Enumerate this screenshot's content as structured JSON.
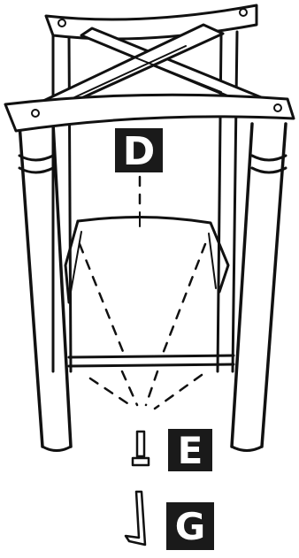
{
  "diagram": {
    "labels": {
      "d": "D",
      "e": "E",
      "g": "G"
    },
    "colors": {
      "ink": "#111111",
      "label_bg": "#1a1a1a",
      "label_text": "#ffffff",
      "wood_fill": "#ffffff"
    },
    "parts": {
      "frame": "stool-frame-icon",
      "seat_top": "crossed-top-frame-icon",
      "bolt": "bolt-icon",
      "hex_key": "hex-key-icon"
    }
  }
}
